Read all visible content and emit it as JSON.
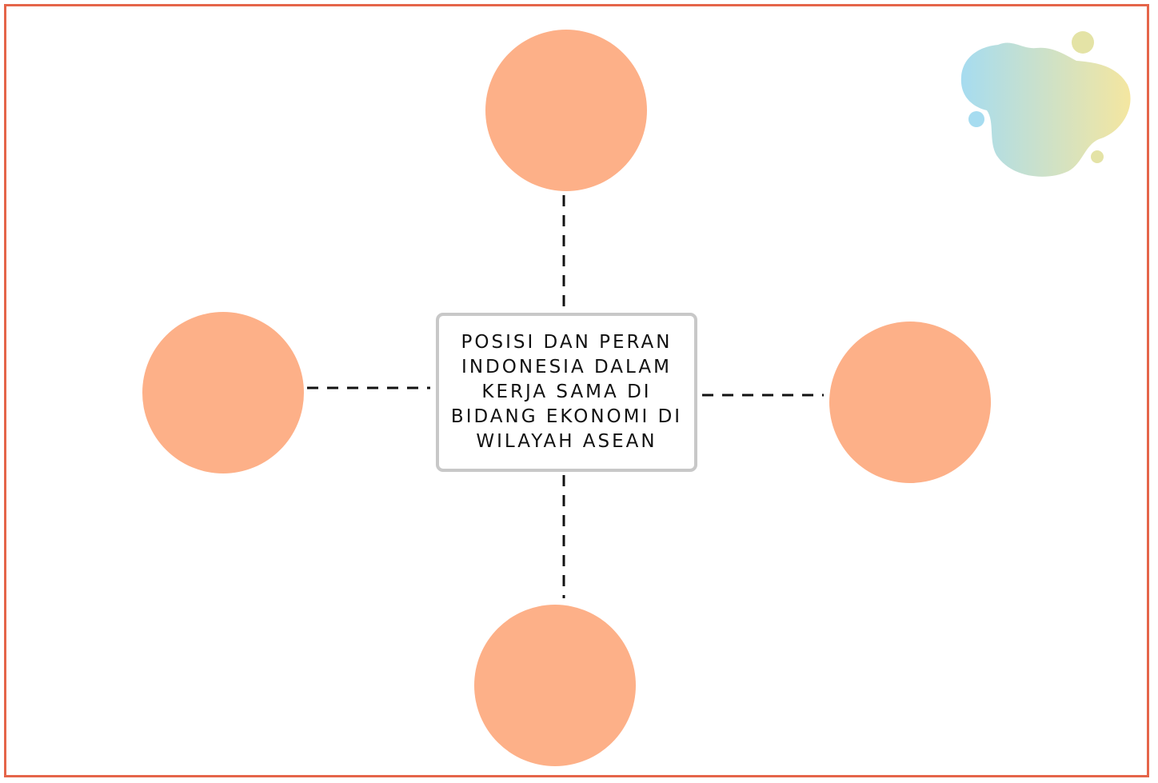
{
  "diagram": {
    "center_label": "POSISI DAN PERAN INDONESIA DALAM KERJA SAMA DI BIDANG EKONOMI DI WILAYAH ASEAN",
    "node_color": "#fdb088",
    "frame_color": "#e5654a",
    "box_border_color": "#c8c8c8",
    "connector_style": "dashed",
    "nodes": [
      {
        "position": "top",
        "label": ""
      },
      {
        "position": "left",
        "label": ""
      },
      {
        "position": "right",
        "label": ""
      },
      {
        "position": "bottom",
        "label": ""
      }
    ]
  },
  "decoration": {
    "blob_gradient_start": "#a6dcf0",
    "blob_gradient_end": "#f4e6a0",
    "dot_blue": "#a6dcf0",
    "dot_yellow": "#e4e3a6"
  }
}
